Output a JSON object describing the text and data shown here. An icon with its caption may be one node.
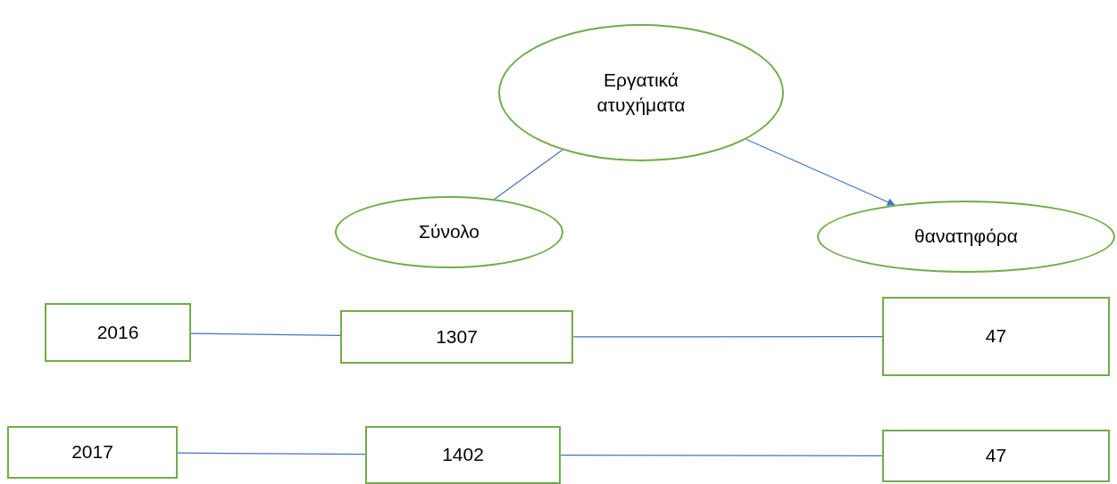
{
  "diagram": {
    "nodes": [
      {
        "text": [
          "Εργατικά ατυχήματα"
        ]
      },
      {
        "text": [
          "Σύνολο"
        ]
      },
      {
        "text": [
          "θανατηφόρα"
        ]
      },
      {
        "text": [
          "2016"
        ]
      },
      {
        "text": [
          "1307"
        ]
      },
      {
        "text": [
          "47"
        ]
      },
      {
        "text": [
          "2017"
        ]
      },
      {
        "text": [
          "1402"
        ]
      },
      {
        "text": [
          "47"
        ]
      }
    ],
    "edges": [
      {
        "from": 0,
        "to": 1,
        "arrow": "none"
      },
      {
        "from": 0,
        "to": 2,
        "arrow": "to"
      },
      {
        "from": 3,
        "to": 4,
        "arrow": "none"
      },
      {
        "from": 4,
        "to": 5,
        "arrow": "none"
      },
      {
        "from": 6,
        "to": 7,
        "arrow": "none"
      },
      {
        "from": 7,
        "to": 8,
        "arrow": "none"
      }
    ]
  }
}
